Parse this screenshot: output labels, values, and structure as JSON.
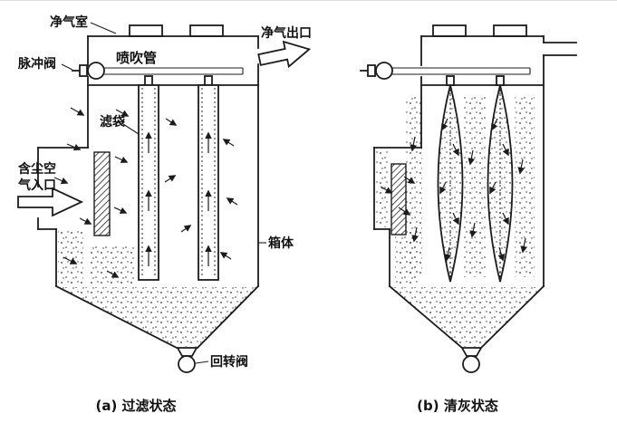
{
  "diagram": {
    "type": "pulse-jet-baghouse-two-states",
    "colors": {
      "ink": "#1c1c1c",
      "background": "#ffffff"
    },
    "labels": {
      "clean_air_chamber": "净气室",
      "pulse_valve": "脉冲阀",
      "blow_pipe": "喷吹管",
      "clean_air_outlet": "净气出口",
      "filter_bag": "滤袋",
      "dusty_air_inlet_line1": "含尘空",
      "dusty_air_inlet_line2": "气入口",
      "housing": "箱体",
      "rotary_valve": "回转阀"
    },
    "captions": {
      "a": "(a) 过滤状态",
      "b": "(b) 清灰状态"
    }
  }
}
